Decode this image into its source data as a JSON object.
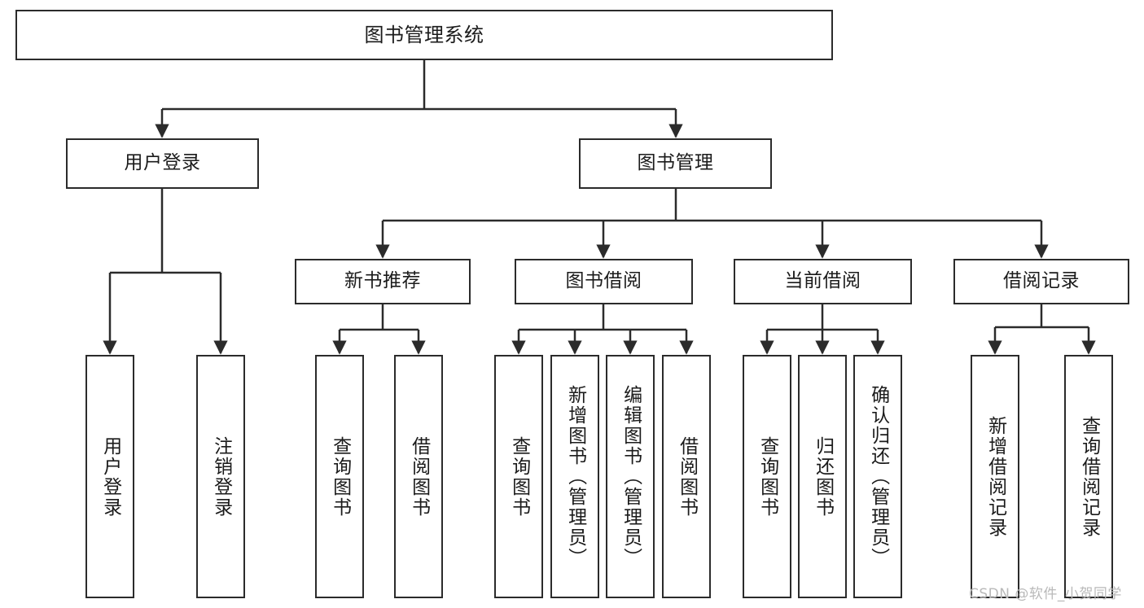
{
  "diagram": {
    "type": "tree",
    "title": "图书管理系统",
    "root": {
      "label": "图书管理系统"
    },
    "level2": [
      {
        "label": "用户登录"
      },
      {
        "label": "图书管理"
      }
    ],
    "level3": [
      {
        "label": "新书推荐"
      },
      {
        "label": "图书借阅"
      },
      {
        "label": "当前借阅"
      },
      {
        "label": "借阅记录"
      }
    ],
    "leaves_user_login": [
      {
        "label": "用户登录"
      },
      {
        "label": "注销登录"
      }
    ],
    "leaves_new_books": [
      {
        "label": "查询图书"
      },
      {
        "label": "借阅图书"
      }
    ],
    "leaves_borrow": [
      {
        "label": "查询图书"
      },
      {
        "label": "新增图书（管理员）"
      },
      {
        "label": "编辑图书（管理员）"
      },
      {
        "label": "借阅图书"
      }
    ],
    "leaves_current": [
      {
        "label": "查询图书"
      },
      {
        "label": "归还图书"
      },
      {
        "label": "确认归还（管理员）"
      }
    ],
    "leaves_records": [
      {
        "label": "新增借阅记录"
      },
      {
        "label": "查询借阅记录"
      }
    ]
  },
  "watermark": {
    "text": "CSDN @软件_小贺同学"
  },
  "colors": {
    "stroke": "#2b2b2b",
    "fill": "#ffffff",
    "text": "#1b1b1b",
    "watermark": "#b9b9b9"
  }
}
